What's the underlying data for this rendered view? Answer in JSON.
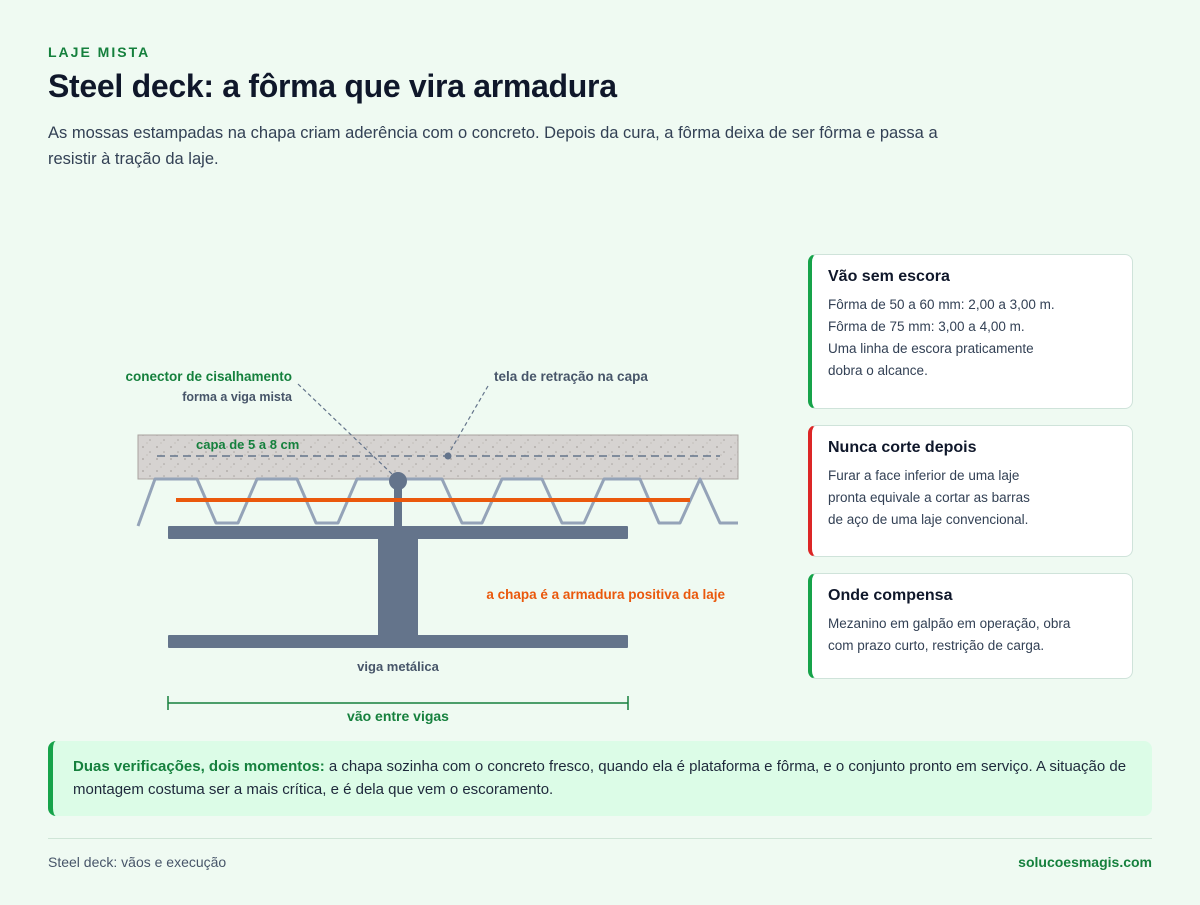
{
  "header": {
    "eyebrow": "LAJE MISTA",
    "title": "Steel deck: a fôrma que vira armadura",
    "subtitle": "As mossas estampadas na chapa criam aderência com o concreto. Depois da cura, a fôrma deixa de ser fôrma e passa a resistir à tração da laje."
  },
  "diagram": {
    "labels": {
      "connector": "conector de cisalhamento",
      "connector_sub": "forma a viga mista",
      "mesh": "tela de retração na capa",
      "cover": "capa de 5 a 8 cm",
      "deck_role": "a chapa é a armadura positiva da laje",
      "beam": "viga metálica",
      "span": "vão entre vigas"
    },
    "colors": {
      "concrete": "#d6d3d1",
      "steel": "#64748b",
      "deck": "#94a3b8",
      "rebar": "#ea580c",
      "accent": "#15803d"
    }
  },
  "cards": [
    {
      "title": "Vão sem escora",
      "lines": [
        "Fôrma de 50 a 60 mm: 2,00 a 3,00 m.",
        "Fôrma de 75 mm: 3,00 a 4,00 m.",
        "Uma linha de escora praticamente",
        "dobra o alcance."
      ],
      "accent": "#16a34a"
    },
    {
      "title": "Nunca corte depois",
      "lines": [
        "Furar a face inferior de uma laje",
        "pronta equivale a cortar as barras",
        "de aço de uma laje convencional."
      ],
      "accent": "#dc2626"
    },
    {
      "title": "Onde compensa",
      "lines": [
        "Mezanino em galpão em operação, obra",
        "com prazo curto, restrição de carga."
      ],
      "accent": "#16a34a"
    }
  ],
  "note": {
    "strong": "Duas verificações, dois momentos:",
    "text": " a chapa sozinha com o concreto fresco, quando ela é plataforma e fôrma, e o conjunto pronto em serviço. A situação de montagem costuma ser a mais crítica, e é dela que vem o escoramento."
  },
  "footer": {
    "left": "Steel deck: vãos e execução",
    "right": "solucoesmagis.com"
  }
}
